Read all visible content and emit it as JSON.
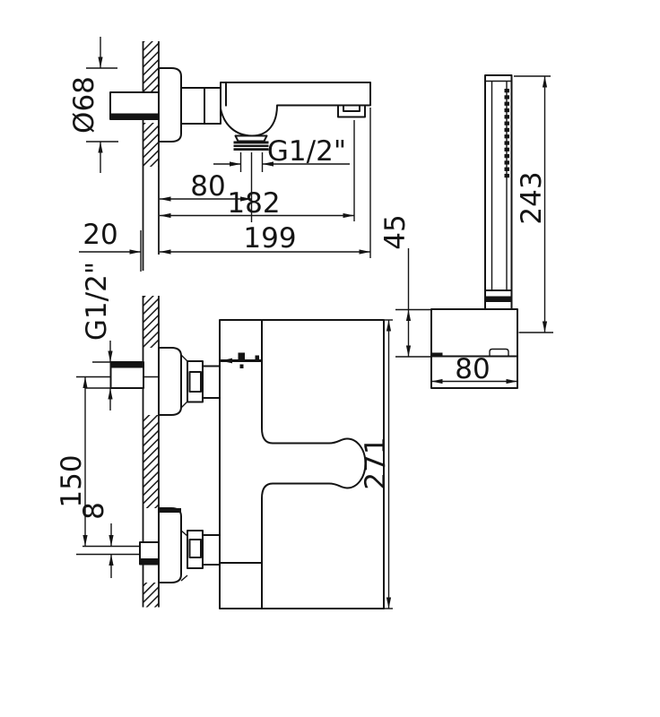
{
  "drawing": {
    "kind": "technical-dimension-drawing",
    "subject": "wall-mounted bath mixer with hand shower",
    "dims": {
      "top": {
        "diameter": "Ø68",
        "thread": "G1/2\"",
        "d80": "80",
        "d182": "182",
        "d199": "199",
        "d20": "20"
      },
      "front": {
        "thread": "G1/2\"",
        "d150": "150",
        "d8": "8",
        "d271": "271"
      },
      "shower": {
        "d243": "243",
        "d45": "45",
        "d80": "80"
      }
    }
  }
}
